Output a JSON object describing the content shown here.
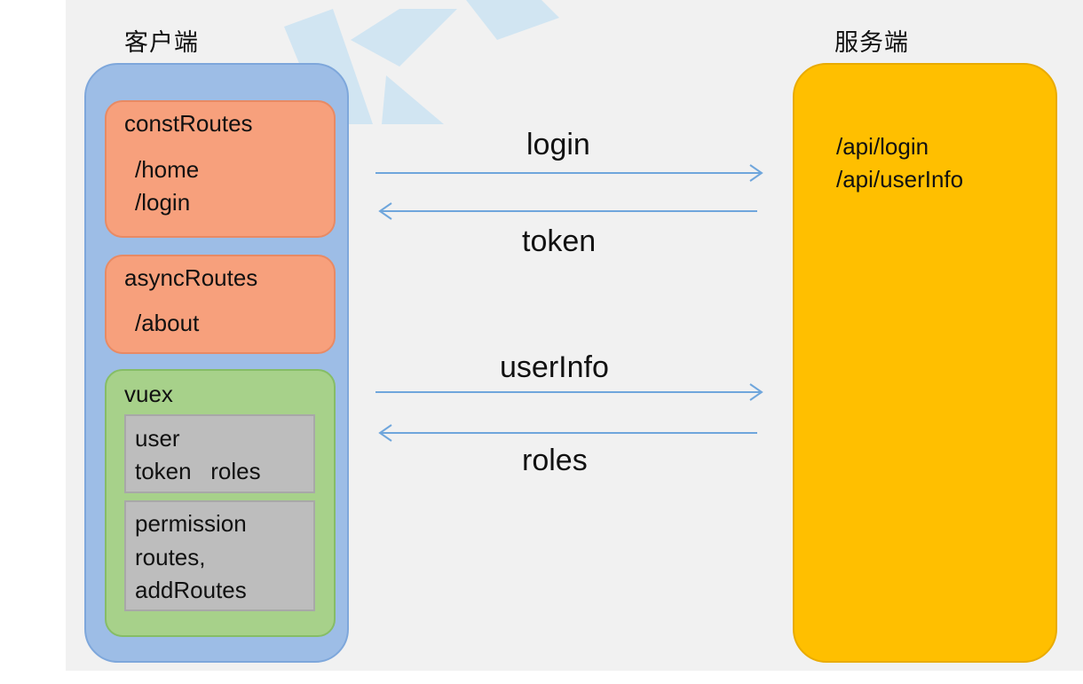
{
  "client": {
    "title": "客户端",
    "const_routes": {
      "title": "constRoutes",
      "routes": [
        "/home",
        "/login"
      ]
    },
    "async_routes": {
      "title": "asyncRoutes",
      "routes": [
        "/about"
      ]
    },
    "vuex": {
      "title": "vuex",
      "state_lines": [
        "user",
        "token   roles"
      ],
      "permission_lines": [
        "permission",
        "routes,",
        "addRoutes"
      ]
    }
  },
  "server": {
    "title": "服务端",
    "apis": [
      "/api/login",
      "/api/userInfo"
    ]
  },
  "flows": [
    {
      "label": "login",
      "direction": "client-to-server"
    },
    {
      "label": "token",
      "direction": "server-to-client"
    },
    {
      "label": "userInfo",
      "direction": "client-to-server"
    },
    {
      "label": "roles",
      "direction": "server-to-client"
    }
  ],
  "colors": {
    "client_panel": "#9dbde6",
    "server_panel": "#ffbf00",
    "route_box": "#f7a07c",
    "vuex_box": "#a7d18a",
    "state_box": "#bdbdbd",
    "arrow": "#6fa6dc"
  }
}
